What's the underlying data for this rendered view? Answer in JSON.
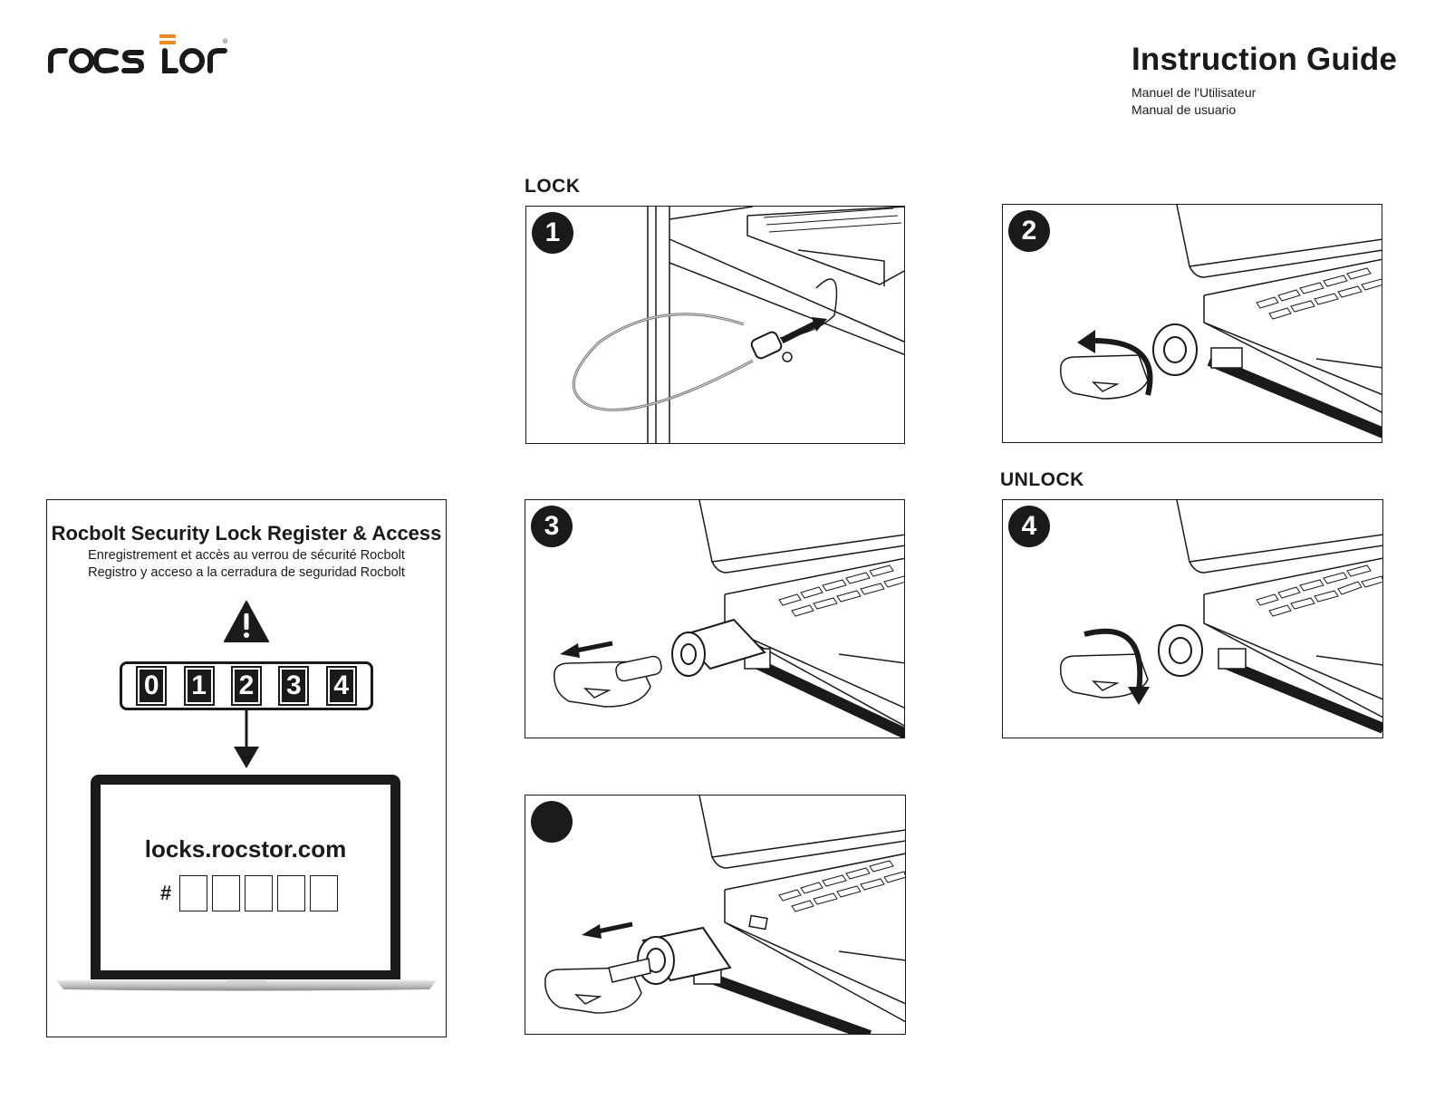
{
  "brand": {
    "logo_text": "rocstor",
    "logo_accent_color": "#f08a1c"
  },
  "header": {
    "title": "Instruction Guide",
    "subtitle_fr": "Manuel de l'Utilisateur",
    "subtitle_es": "Manual de usuario"
  },
  "sections": {
    "lock": "LOCK",
    "unlock": "UNLOCK"
  },
  "steps": [
    {
      "number": "1",
      "section": "lock"
    },
    {
      "number": "2",
      "section": "lock"
    },
    {
      "number": "3",
      "section": "lock"
    },
    {
      "number": "4",
      "section": "unlock"
    },
    {
      "number": "",
      "section": "unlock"
    }
  ],
  "register": {
    "title": "Rocbolt Security Lock Register & Access",
    "subtitle_fr": "Enregistrement et accès au verrou de sécurité Rocbolt",
    "subtitle_es": "Registro y acceso a la cerradura de seguridad Rocbolt",
    "warning_icon": "warning-triangle-icon",
    "digits": [
      "0",
      "1",
      "2",
      "3",
      "4"
    ],
    "url": "locks.rocstor.com",
    "hash_label": "#",
    "code_box_count": 5
  }
}
